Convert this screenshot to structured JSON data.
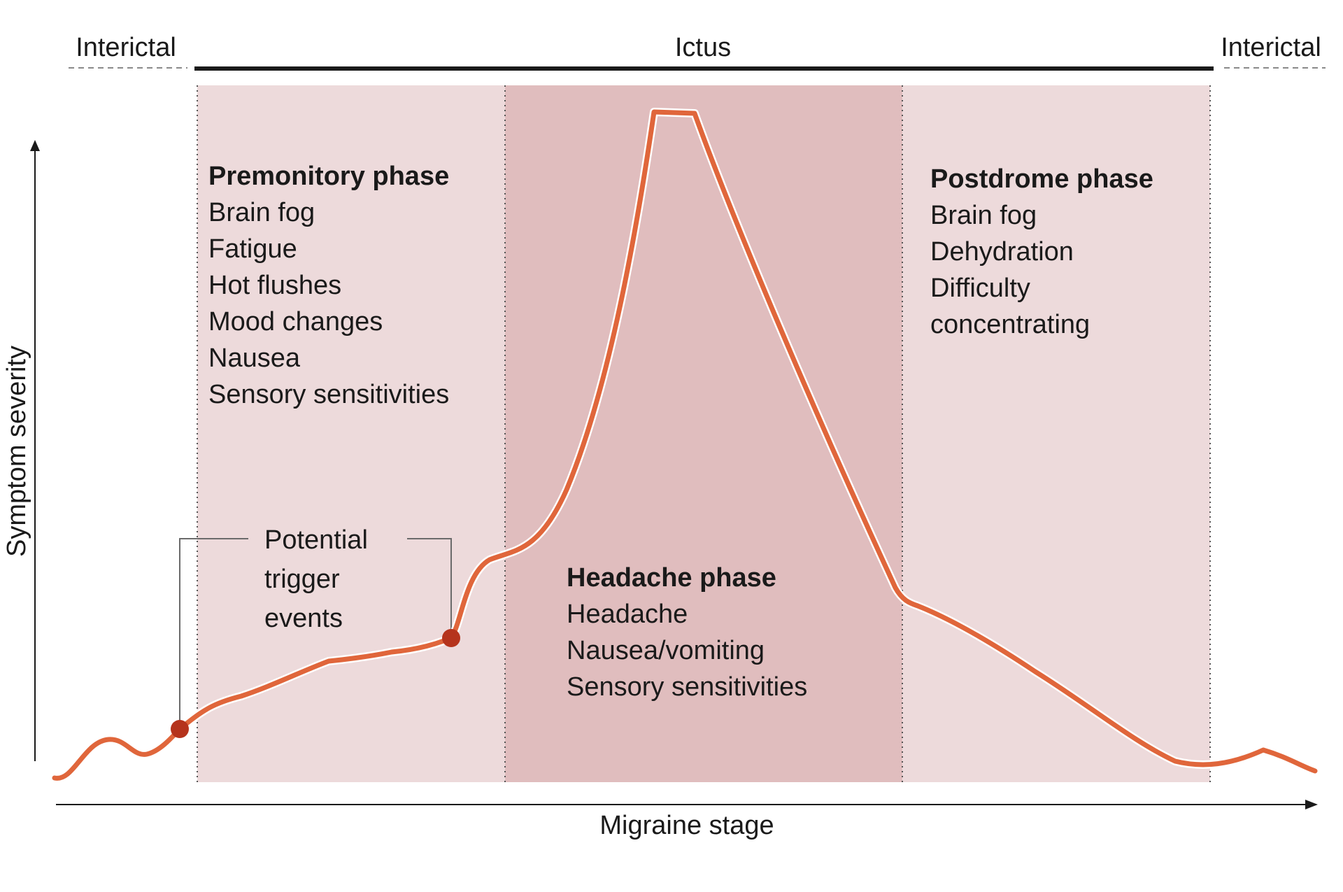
{
  "header": {
    "left_label": "Interictal",
    "center_label": "Ictus",
    "right_label": "Interictal"
  },
  "axes": {
    "y_label": "Symptom severity",
    "x_label": "Migraine stage"
  },
  "phases": [
    {
      "title": "Premonitory phase",
      "items": [
        "Brain fog",
        "Fatigue",
        "Hot flushes",
        "Mood changes",
        "Nausea",
        "Sensory sensitivities"
      ]
    },
    {
      "title": "Headache phase",
      "items": [
        "Headache",
        "Nausea/vomiting",
        "Sensory sensitivities"
      ]
    },
    {
      "title": "Postdrome phase",
      "items": [
        "Brain fog",
        "Dehydration",
        "Difficulty",
        "concentrating"
      ]
    }
  ],
  "trigger_annotation": {
    "lines": [
      "Potential",
      "trigger",
      "events"
    ]
  },
  "colors": {
    "curve": "#e0663b",
    "curve_outline": "#ffffff",
    "trigger_dot": "#b5331c",
    "band_light": "#eddadb",
    "band_dark": "#e0bdbe",
    "axis": "#1a1a1a",
    "divider": "#555555"
  }
}
